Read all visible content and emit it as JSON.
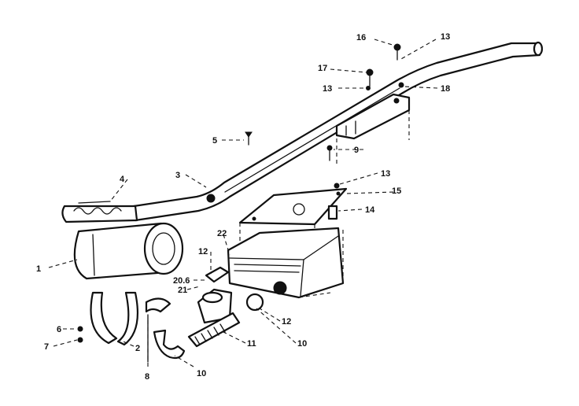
{
  "callouts": [
    {
      "id": "c1",
      "label": "1"
    },
    {
      "id": "c2",
      "label": "2"
    },
    {
      "id": "c3",
      "label": "3"
    },
    {
      "id": "c4",
      "label": "4"
    },
    {
      "id": "c5",
      "label": "5"
    },
    {
      "id": "c6",
      "label": "6"
    },
    {
      "id": "c7",
      "label": "7"
    },
    {
      "id": "c8",
      "label": "8"
    },
    {
      "id": "c9",
      "label": "9"
    },
    {
      "id": "c10a",
      "label": "10"
    },
    {
      "id": "c10b",
      "label": "10"
    },
    {
      "id": "c11",
      "label": "11"
    },
    {
      "id": "c12a",
      "label": "12"
    },
    {
      "id": "c12b",
      "label": "12"
    },
    {
      "id": "c13a",
      "label": "13"
    },
    {
      "id": "c13b",
      "label": "13"
    },
    {
      "id": "c13c",
      "label": "13"
    },
    {
      "id": "c14",
      "label": "14"
    },
    {
      "id": "c15",
      "label": "15"
    },
    {
      "id": "c16",
      "label": "16"
    },
    {
      "id": "c17",
      "label": "17"
    },
    {
      "id": "c18",
      "label": "18"
    },
    {
      "id": "c20",
      "label": "20.6"
    },
    {
      "id": "c21",
      "label": "21"
    },
    {
      "id": "c22",
      "label": "22"
    }
  ]
}
